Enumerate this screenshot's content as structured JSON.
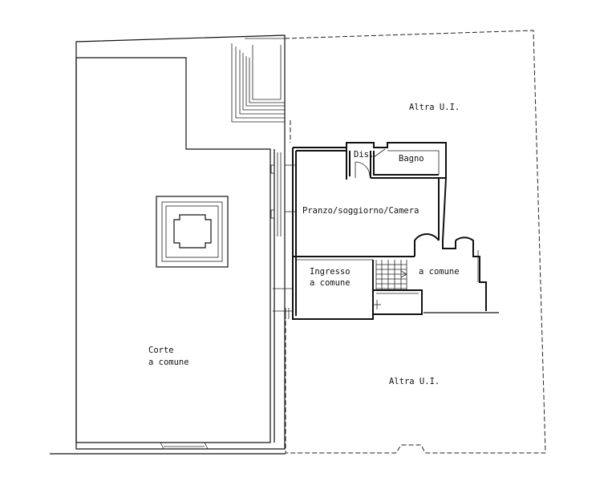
{
  "labels": {
    "altra_ui_top": "Altra U.I.",
    "altra_ui_bottom": "Altra U.I.",
    "dis": "Dis.",
    "bagno": "Bagno",
    "pranzo": "Pranzo/soggiorno/Camera",
    "ingresso_line1": "Ingresso",
    "ingresso_line2": "a comune",
    "a_comune_right": "a comune",
    "corte_line1": "Corte",
    "corte_line2": "a comune"
  }
}
